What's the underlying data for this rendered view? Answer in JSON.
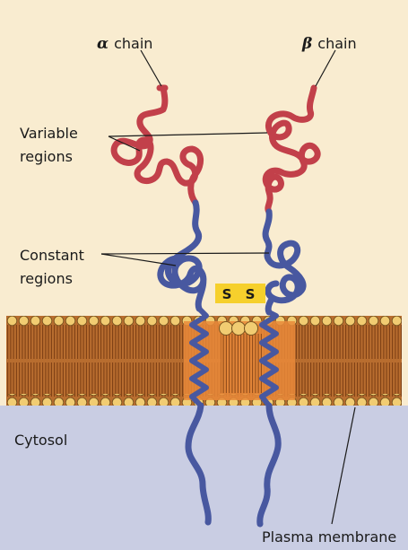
{
  "labels": {
    "alpha_symbol": "α",
    "alpha_word": "chain",
    "beta_symbol": "β",
    "beta_word": "chain",
    "variable_line1": "Variable",
    "variable_line2": "regions",
    "constant_line1": "Constant",
    "constant_line2": "regions",
    "disulfide_left": "S",
    "disulfide_right": "S",
    "cytosol": "Cytosol",
    "membrane": "Plasma membrane"
  },
  "colors": {
    "background": "#f9ecd0",
    "cytosol": "#c9cde3",
    "variable_region": "#c2404a",
    "constant_region": "#4858a0",
    "membrane_fill": "#b86d2f",
    "lipid_head": "#f1cc72",
    "transmembrane_highlight": "#e98a3a",
    "disulfide_box": "#f6d02c"
  }
}
